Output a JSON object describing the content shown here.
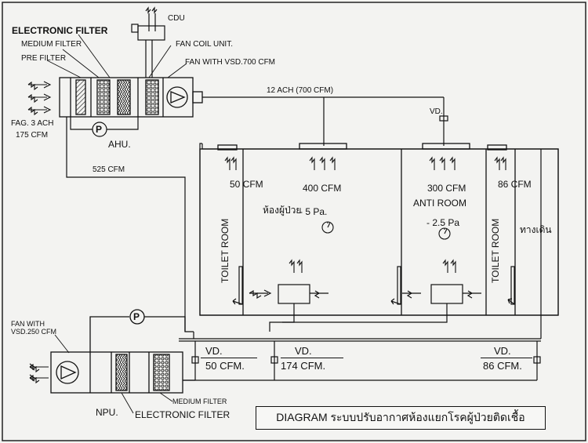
{
  "labels": {
    "cdu": "CDU",
    "electronic_filter": "ELECTRONIC FILTER",
    "medium_filter": "MEDIUM FILTER",
    "pre_filter": "PRE FILTER",
    "fan_coil_unit": "FAN COIL UNIT.",
    "fan_with_vsd_700": "FAN WITH VSD.700 CFM",
    "fag_ach": "FAG. 3 ACH",
    "fag_cfm": "175  CFM",
    "ahu": "AHU.",
    "pump_symbol": "P",
    "ach_supply": "12 ACH (700 CFM)",
    "vd_top": "VD.",
    "cfm_525": "525  CFM",
    "toilet_left_cfm": "50    CFM",
    "patient_room_cfm": "400   CFM",
    "patient_room_name": "ห้องผู้ป่วย",
    "patient_room_pressure": "-   5  Pa.",
    "anti_room_cfm": "300   CFM",
    "anti_room_name": "ANTI ROOM",
    "anti_room_pressure": "- 2.5  Pa",
    "toilet_right_cfm": "86    CFM",
    "toilet_room_left": "TOILET ROOM",
    "toilet_room_right": "TOILET ROOM",
    "walkway": "ทางเดิน",
    "npu_fan_with": "FAN WITH",
    "npu_fan_vsd": "VSD.250 CFM",
    "npu_pump_symbol": "P",
    "vd_50_label": "VD.",
    "vd_50_cfm": "50   CFM.",
    "vd_174_label": "VD.",
    "vd_174_cfm": "174   CFM.",
    "vd_86_label": "VD.",
    "vd_86_cfm": "86   CFM.",
    "npu": "NPU.",
    "npu_medium_filter": "MEDIUM FILTER",
    "npu_electronic_filter": "ELECTRONIC FILTER",
    "title": "DIAGRAM ระบบปรับอากาศห้องแยกโรคผู้ป่วยติดเชื้อ"
  }
}
